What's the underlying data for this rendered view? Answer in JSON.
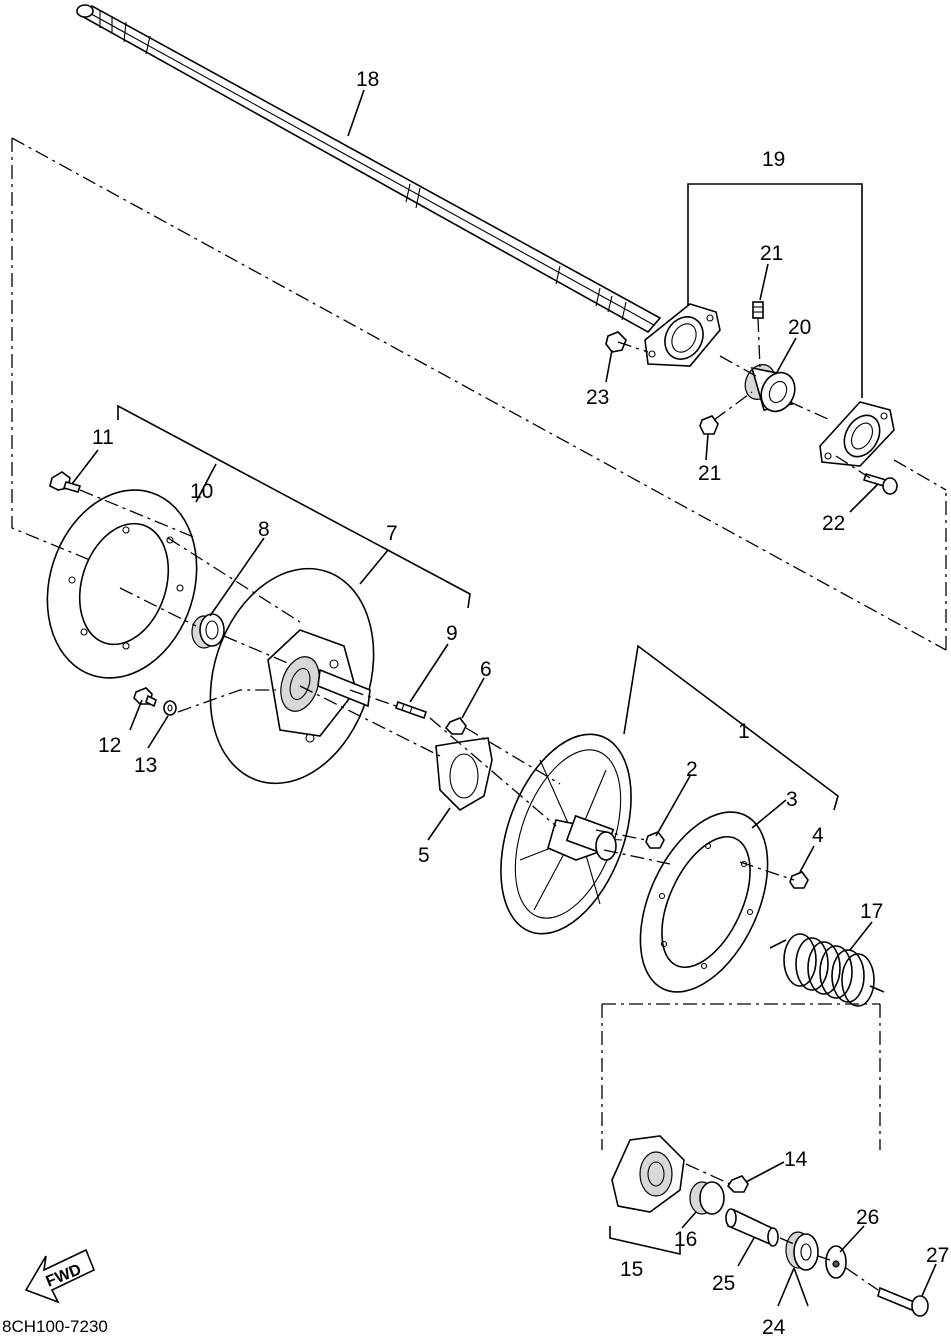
{
  "diagram": {
    "callouts": [
      {
        "id": "1",
        "text": "1"
      },
      {
        "id": "2",
        "text": "2"
      },
      {
        "id": "3",
        "text": "3"
      },
      {
        "id": "4",
        "text": "4"
      },
      {
        "id": "5",
        "text": "5"
      },
      {
        "id": "6",
        "text": "6"
      },
      {
        "id": "7",
        "text": "7"
      },
      {
        "id": "8",
        "text": "8"
      },
      {
        "id": "9",
        "text": "9"
      },
      {
        "id": "10",
        "text": "10"
      },
      {
        "id": "11",
        "text": "11"
      },
      {
        "id": "12",
        "text": "12"
      },
      {
        "id": "13",
        "text": "13"
      },
      {
        "id": "14",
        "text": "14"
      },
      {
        "id": "15",
        "text": "15"
      },
      {
        "id": "16",
        "text": "16"
      },
      {
        "id": "17",
        "text": "17"
      },
      {
        "id": "18",
        "text": "18"
      },
      {
        "id": "19",
        "text": "19"
      },
      {
        "id": "20",
        "text": "20"
      },
      {
        "id": "21a",
        "text": "21"
      },
      {
        "id": "21b",
        "text": "21"
      },
      {
        "id": "22",
        "text": "22"
      },
      {
        "id": "23",
        "text": "23"
      },
      {
        "id": "24",
        "text": "24"
      },
      {
        "id": "25",
        "text": "25"
      },
      {
        "id": "26",
        "text": "26"
      },
      {
        "id": "27",
        "text": "27"
      }
    ],
    "fwd_arrow_text": "FWD",
    "drawing_code": "8CH100-7230"
  }
}
